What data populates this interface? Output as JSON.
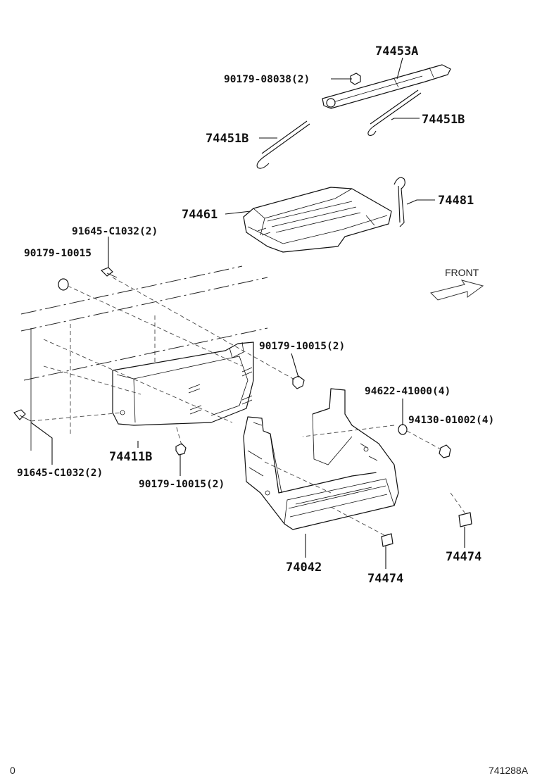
{
  "labels": {
    "l_74453A": "74453A",
    "l_90179_08038": "90179-08038(2)",
    "l_74451B_right": "74451B",
    "l_74451B_left": "74451B",
    "l_74481": "74481",
    "l_74461": "74461",
    "l_91645_top": "91645-C1032(2)",
    "l_90179_10015_top": "90179-10015",
    "front": "FRONT",
    "l_90179_10015_mid": "90179-10015(2)",
    "l_94622": "94622-41000(4)",
    "l_94130": "94130-01002(4)",
    "l_74411B": "74411B",
    "l_91645_bottom": "91645-C1032(2)",
    "l_90179_10015_bottom": "90179-10015(2)",
    "l_74474_right": "74474",
    "l_74042": "74042",
    "l_74474_bottom": "74474"
  },
  "footer": {
    "left": "0",
    "right": "741288A"
  }
}
